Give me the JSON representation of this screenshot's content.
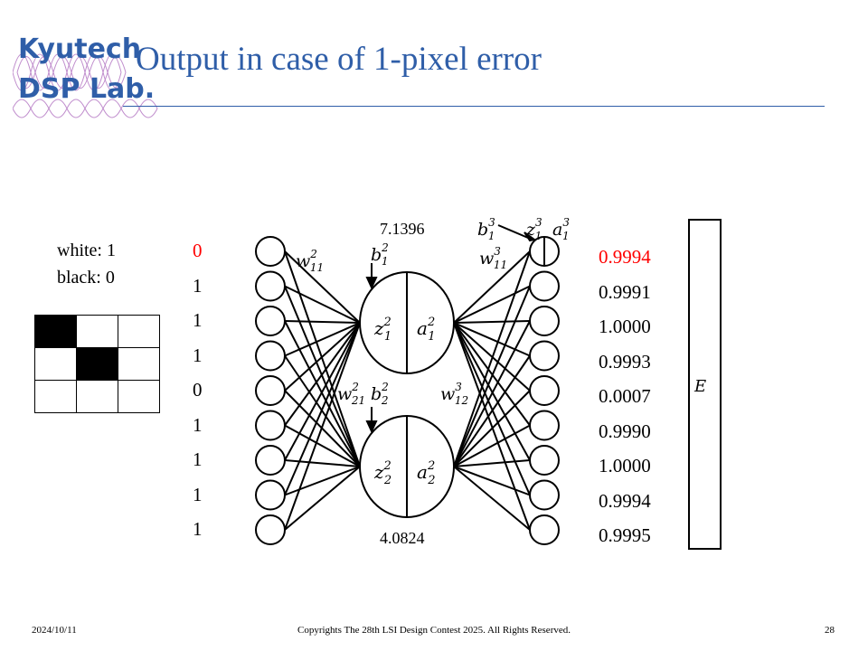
{
  "logo": {
    "line1": "Kyutech",
    "line2": "DSP Lab."
  },
  "title": "Output in case of 1-pixel error",
  "legend": {
    "white": "white: 1",
    "black": "black: 0"
  },
  "pixel_grid": [
    [
      "black",
      "white",
      "white"
    ],
    [
      "white",
      "black",
      "white"
    ],
    [
      "white",
      "white",
      "white"
    ]
  ],
  "inputs": [
    {
      "value": "0",
      "color": "#ff0000"
    },
    {
      "value": "1",
      "color": "#000000"
    },
    {
      "value": "1",
      "color": "#000000"
    },
    {
      "value": "1",
      "color": "#000000"
    },
    {
      "value": "0",
      "color": "#000000"
    },
    {
      "value": "1",
      "color": "#000000"
    },
    {
      "value": "1",
      "color": "#000000"
    },
    {
      "value": "1",
      "color": "#000000"
    },
    {
      "value": "1",
      "color": "#000000"
    }
  ],
  "outputs": [
    {
      "value": "0.9994",
      "color": "#ff0000"
    },
    {
      "value": "0.9991",
      "color": "#000000"
    },
    {
      "value": "1.0000",
      "color": "#000000"
    },
    {
      "value": "0.9993",
      "color": "#000000"
    },
    {
      "value": "0.0007",
      "color": "#000000"
    },
    {
      "value": "0.9990",
      "color": "#000000"
    },
    {
      "value": "1.0000",
      "color": "#000000"
    },
    {
      "value": "0.9994",
      "color": "#000000"
    },
    {
      "value": "0.9995",
      "color": "#000000"
    }
  ],
  "network": {
    "hidden_top_value": "7.1396",
    "hidden_bottom_value": "4.0824",
    "hidden1_z": "z",
    "hidden1_z_sup": "2",
    "hidden1_z_sub": "1",
    "hidden1_a": "a",
    "hidden1_a_sup": "2",
    "hidden1_a_sub": "1",
    "hidden2_z": "z",
    "hidden2_z_sup": "2",
    "hidden2_z_sub": "2",
    "hidden2_a": "a",
    "hidden2_a_sup": "2",
    "hidden2_a_sub": "2",
    "w11_2": "w",
    "w11_2_sup": "2",
    "w11_2_sub": "11",
    "w21_2": "w",
    "w21_2_sup": "2",
    "w21_2_sub": "21",
    "b1_2": "b",
    "b1_2_sup": "2",
    "b1_2_sub": "1",
    "b2_2": "b",
    "b2_2_sup": "2",
    "b2_2_sub": "2",
    "w11_3": "w",
    "w11_3_sup": "3",
    "w11_3_sub": "11",
    "w12_3": "w",
    "w12_3_sup": "3",
    "w12_3_sub": "12",
    "b1_3": "b",
    "b1_3_sup": "3",
    "b1_3_sub": "1",
    "z1_3": "z",
    "z1_3_sup": "3",
    "z1_3_sub": "1",
    "a1_3": "a",
    "a1_3_sup": "3",
    "a1_3_sub": "1",
    "error_label": "E"
  },
  "colors": {
    "title": "#2f5ea8",
    "highlight": "#ff0000",
    "logo": "#2f5ea8",
    "logo_waves": "#b070c0"
  },
  "footer": {
    "date": "2024/10/11",
    "copyright": "Copyrights The 28th LSI Design Contest 2025.  All Rights Reserved.",
    "page": "28"
  }
}
